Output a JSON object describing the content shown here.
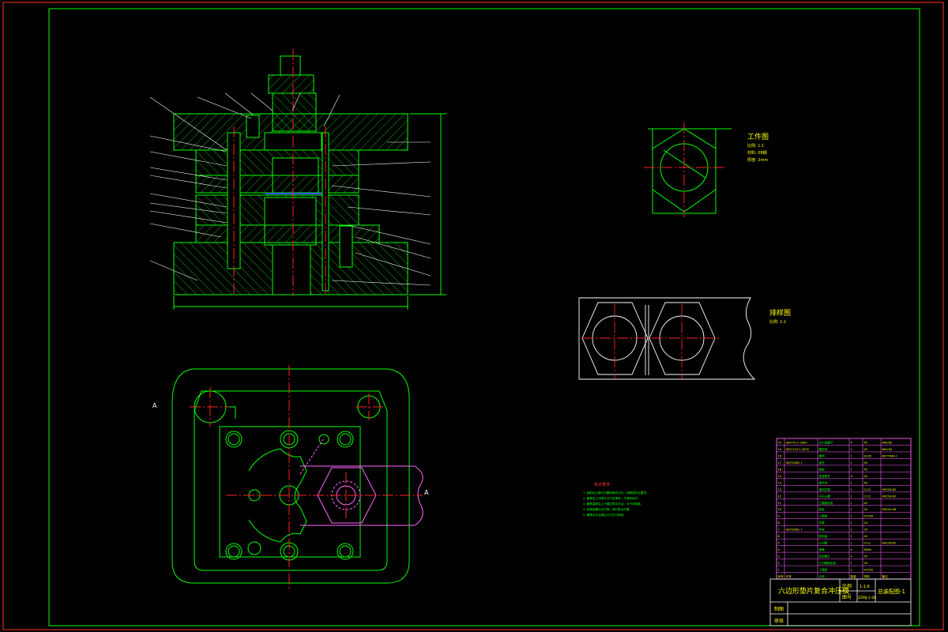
{
  "colors": {
    "background": "#000000",
    "frame": "#ff3333",
    "outline": "#00ff00",
    "hidden": "#ff66ff",
    "center": "#ff2222",
    "text_yellow": "#ffff00",
    "text_white": "#ffffff",
    "strip_blue": "#3355ff"
  },
  "workpiece": {
    "title": "工件图",
    "lines": [
      "比例: 1:1",
      "材料: 08钢",
      "厚度: 2mm"
    ]
  },
  "layout_view": {
    "title": "排样图",
    "lines": [
      "比例: 1:1"
    ]
  },
  "notes": {
    "title": "技术要求",
    "items": [
      "1. 装配后凸模与凹模间隙应均匀，间隙值符合要求。",
      "2. 模具各工作零件刃口应锋利，不得有崩刃。",
      "3. 模具装配后上下模应导向灵活，无卡滞现象。",
      "4. 各紧固螺钉应拧紧，销钉配合可靠。",
      "5. 模具试冲合格后方可交付使用。"
    ]
  },
  "title_block": {
    "design_title": "六边形垫片复合冲压模",
    "scale_label": "比例",
    "scale_value": "1:1.6",
    "sheet_label": "图号",
    "sheet_value": "ZZMJ-1-00",
    "drawing_name": "总装配图-1",
    "designer_label": "制图",
    "checker_label": "审核"
  },
  "parts_list": [
    {
      "no": "20",
      "code": "GB/T70.1-2000",
      "name": "内六角螺钉",
      "qty": "4",
      "mat": "45",
      "note": "M8×60"
    },
    {
      "no": "19",
      "code": "GB/T119.1-2000",
      "name": "圆柱销",
      "qty": "2",
      "mat": "45",
      "note": "Φ8×60"
    },
    {
      "no": "18",
      "code": "",
      "name": "模柄",
      "qty": "1",
      "mat": "Q235",
      "note": "JB/T7646.1"
    },
    {
      "no": "17",
      "code": "GB/T2861.1",
      "name": "推杆",
      "qty": "1",
      "mat": "45",
      "note": ""
    },
    {
      "no": "16",
      "code": "",
      "name": "推板",
      "qty": "1",
      "mat": "45",
      "note": ""
    },
    {
      "no": "15",
      "code": "",
      "name": "连接推杆",
      "qty": "3",
      "mat": "45",
      "note": ""
    },
    {
      "no": "14",
      "code": "",
      "name": "推件块",
      "qty": "1",
      "mat": "45",
      "note": ""
    },
    {
      "no": "13",
      "code": "",
      "name": "落料凹模",
      "qty": "1",
      "mat": "Cr12",
      "note": "HRC58-62"
    },
    {
      "no": "12",
      "code": "",
      "name": "冲孔凸模",
      "qty": "1",
      "mat": "Cr12",
      "note": "HRC58-62"
    },
    {
      "no": "11",
      "code": "",
      "name": "凸模固定板",
      "qty": "1",
      "mat": "45",
      "note": ""
    },
    {
      "no": "10",
      "code": "",
      "name": "垫板",
      "qty": "1",
      "mat": "45",
      "note": "HRC43-48"
    },
    {
      "no": "9",
      "code": "",
      "name": "上模座",
      "qty": "1",
      "mat": "HT200",
      "note": ""
    },
    {
      "no": "8",
      "code": "",
      "name": "导套",
      "qty": "2",
      "mat": "20",
      "note": ""
    },
    {
      "no": "7",
      "code": "GB/T2861.1",
      "name": "导柱",
      "qty": "2",
      "mat": "20",
      "note": ""
    },
    {
      "no": "6",
      "code": "",
      "name": "卸料板",
      "qty": "1",
      "mat": "45",
      "note": ""
    },
    {
      "no": "5",
      "code": "",
      "name": "凸凹模",
      "qty": "1",
      "mat": "Cr12",
      "note": "HRC58-62"
    },
    {
      "no": "4",
      "code": "",
      "name": "弹簧",
      "qty": "4",
      "mat": "65Mn",
      "note": ""
    },
    {
      "no": "3",
      "code": "",
      "name": "卸料螺钉",
      "qty": "4",
      "mat": "45",
      "note": ""
    },
    {
      "no": "2",
      "code": "",
      "name": "凸凹模固定板",
      "qty": "1",
      "mat": "45",
      "note": ""
    },
    {
      "no": "1",
      "code": "",
      "name": "下模座",
      "qty": "1",
      "mat": "HT200",
      "note": ""
    },
    {
      "no": "序号",
      "code": "代号",
      "name": "名称",
      "qty": "数量",
      "mat": "材料",
      "note": "备注"
    }
  ],
  "section_labels": [
    "A",
    "A"
  ]
}
